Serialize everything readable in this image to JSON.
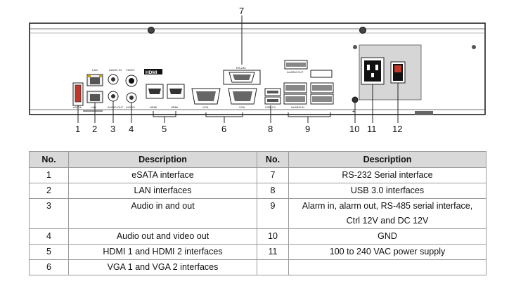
{
  "diagram": {
    "callouts": [
      "1",
      "2",
      "3",
      "4",
      "5",
      "6",
      "7",
      "8",
      "9",
      "10",
      "11",
      "12"
    ],
    "port_labels": {
      "esata": "eSATA",
      "lan_top": "LAN",
      "lan_bottom": "LAN",
      "audio_in": "AUDIO IN",
      "audio_out": "AUDIO OUT",
      "video_out": "VIDEO",
      "audio": "AUDIO",
      "hdmi_logo": "HDMI",
      "hdmi1": "HDMI",
      "hdmi2": "HDMI",
      "vga1": "VGA",
      "vga2": "VGA",
      "rs232": "RS-232",
      "usb": "USB 3.0",
      "alarm_in": "ALARM IN",
      "alarm_out": "ALARM OUT"
    }
  },
  "table": {
    "headers": [
      "No.",
      "Description",
      "No.",
      "Description"
    ],
    "rows": [
      {
        "no1": "1",
        "desc1": "eSATA interface",
        "no2": "7",
        "desc2": "RS-232 Serial interface"
      },
      {
        "no1": "2",
        "desc1": "LAN interfaces",
        "no2": "8",
        "desc2": "USB 3.0 interfaces"
      },
      {
        "no1": "3",
        "desc1": "Audio in and out",
        "no2": "9",
        "desc2": "Alarm in, alarm out, RS-485 serial interface,",
        "desc2_line2": "Ctrl 12V and DC 12V"
      },
      {
        "no1": "4",
        "desc1": "Audio out and video out",
        "no2": "10",
        "desc2": "GND"
      },
      {
        "no1": "5",
        "desc1": "HDMI 1 and HDMI 2 interfaces",
        "no2": "11",
        "desc2": "100 to 240 VAC power supply"
      },
      {
        "no1": "6",
        "desc1": "VGA 1 and VGA 2 interfaces",
        "no2": "",
        "desc2": ""
      }
    ]
  }
}
